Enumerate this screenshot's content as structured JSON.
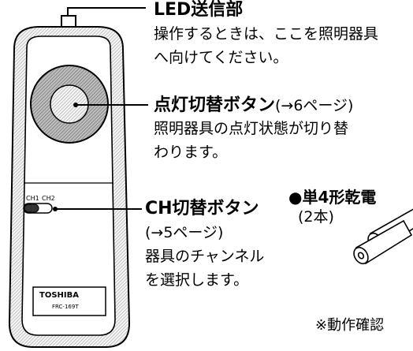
{
  "led": {
    "title": "LED送信部",
    "desc1": "操作するときは、ここを照明器具",
    "desc2": "へ向けてください。"
  },
  "lighting_button": {
    "title": "点灯切替ボタン",
    "ref": "(→6ページ)",
    "desc1": "照明器具の点灯状態が切り替",
    "desc2": "わります。"
  },
  "ch_button": {
    "title": "CH切替ボタン",
    "ref": "(→5ページ)",
    "desc1": "器具のチャンネル",
    "desc2": "を選択します。"
  },
  "battery": {
    "title": "●単4形乾電",
    "count": "(2本)",
    "note": "※動作確認"
  },
  "remote": {
    "ch1": "CH1",
    "ch2": "CH2",
    "brand": "TOSHIBA",
    "model": "FRC-169T"
  },
  "colors": {
    "ink": "#000000",
    "paper": "#ffffff",
    "remote_gray": "#e8e8e8"
  }
}
